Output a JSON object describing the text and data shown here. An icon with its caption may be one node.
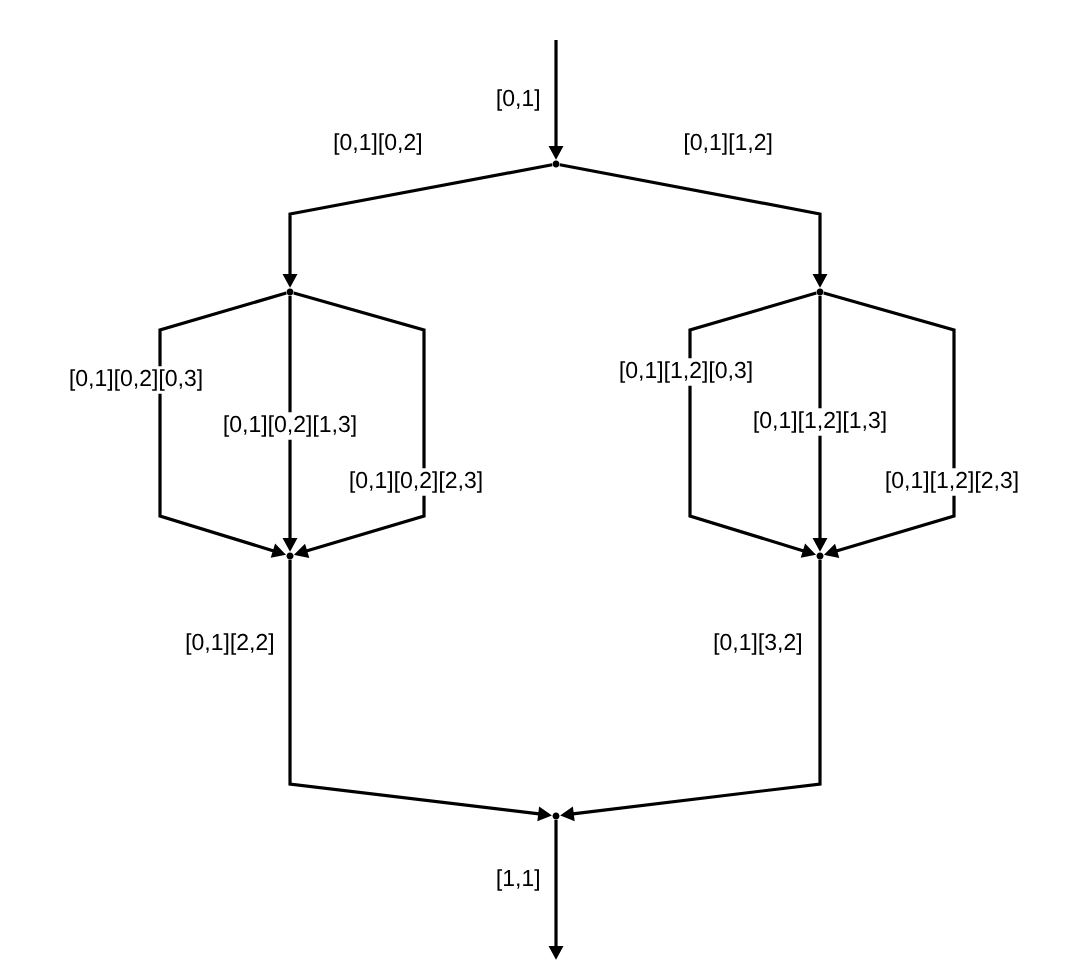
{
  "diagram": {
    "nodes": [
      {
        "text": [],
        "shape": "dot"
      },
      {
        "text": [],
        "shape": "dot"
      },
      {
        "text": [],
        "shape": "dot"
      },
      {
        "text": [],
        "shape": "dot"
      },
      {
        "text": [],
        "shape": "dot"
      },
      {
        "text": [],
        "shape": "dot"
      }
    ],
    "edges": [
      {
        "from": null,
        "to": 0,
        "arrow": "to",
        "label": "[0,1]"
      },
      {
        "from": 0,
        "to": 1,
        "arrow": "to",
        "label": "[0,1][0,2]"
      },
      {
        "from": 0,
        "to": 2,
        "arrow": "to",
        "label": "[0,1][1,2]"
      },
      {
        "from": 1,
        "to": 3,
        "arrow": "to",
        "label": "[0,1][0,2][0,3]"
      },
      {
        "from": 1,
        "to": 3,
        "arrow": "to",
        "label": "[0,1][0,2][1,3]"
      },
      {
        "from": 1,
        "to": 3,
        "arrow": "to",
        "label": "[0,1][0,2][2,3]"
      },
      {
        "from": 2,
        "to": 4,
        "arrow": "to",
        "label": "[0,1][1,2][0,3]"
      },
      {
        "from": 2,
        "to": 4,
        "arrow": "to",
        "label": "[0,1][1,2][1,3]"
      },
      {
        "from": 2,
        "to": 4,
        "arrow": "to",
        "label": "[0,1][1,2][2,3]"
      },
      {
        "from": 3,
        "to": 5,
        "arrow": "to",
        "label": "[0,1][2,2]"
      },
      {
        "from": 4,
        "to": 5,
        "arrow": "to",
        "label": "[0,1][3,2]"
      },
      {
        "from": 5,
        "to": null,
        "arrow": "to",
        "label": "[1,1]"
      }
    ]
  }
}
